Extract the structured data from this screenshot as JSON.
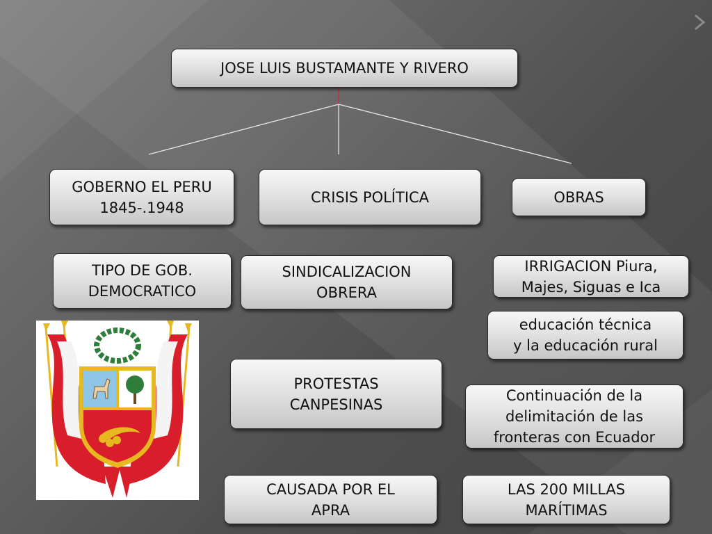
{
  "title": "JOSE LUIS BUSTAMANTE Y RIVERO",
  "branches": [
    {
      "heading": [
        "GOBERNO EL PERU",
        "1845-.1948"
      ],
      "items": [
        [
          "TIPO DE GOB.",
          "DEMOCRATICO"
        ]
      ]
    },
    {
      "heading": [
        "CRISIS  POLÍTICA"
      ],
      "items": [
        [
          "SINDICALIZACION",
          "OBRERA"
        ],
        [
          "PROTESTAS",
          "CANPESINAS"
        ],
        [
          "CAUSADA  POR EL",
          "APRA"
        ]
      ]
    },
    {
      "heading": [
        "OBRAS"
      ],
      "items": [
        [
          "IRRIGACION Piura,",
          "Majes, Siguas e Ica"
        ],
        [
          "educación  técnica",
          "y la educación rural"
        ],
        [
          "Continuación de la",
          "delimitación de las",
          "fronteras con Ecuador"
        ],
        [
          "LAS 200 MILLAS",
          "MARÍTIMAS"
        ]
      ]
    }
  ],
  "image": {
    "icon": "peru-coat-of-arms-icon",
    "colors": {
      "red": "#d81e2a",
      "gold": "#e8b820",
      "blue": "#8fc6e8",
      "green": "#2f7d3a"
    }
  },
  "colors": {
    "box_top": "#f7f7f7",
    "box_bottom": "#c6c6c6",
    "connector": "#e6e6e6",
    "accent": "#c0304a"
  }
}
